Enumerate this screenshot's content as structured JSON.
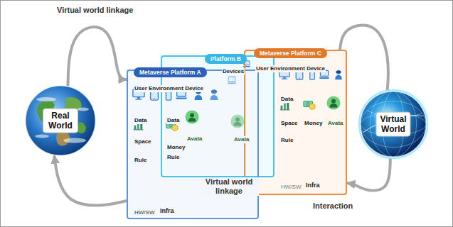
{
  "diagram": {
    "nodes": [
      {
        "text": [
          "Real World"
        ]
      },
      {
        "text": [
          "Metaverse Platform A",
          "User Environment Device",
          "Data",
          "Space",
          "Rule",
          "Data",
          "Money",
          "Rule",
          "Avata",
          "HW/SW",
          "Infra"
        ]
      },
      {
        "text": [
          "Platform B",
          "Devices",
          "Avata"
        ]
      },
      {
        "text": [
          "Metaverse Platform C",
          "User Environment Device",
          "Data",
          "Space",
          "Rule",
          "Money",
          "Avata",
          "HW/SW",
          "Infra"
        ]
      },
      {
        "text": [
          "Virtual World"
        ]
      }
    ],
    "edges": [
      {
        "from": 0,
        "to": 1,
        "arrow": "to",
        "label": "Virtual world linkage"
      },
      {
        "from": 1,
        "to": 0,
        "arrow": "to",
        "label": "Virtual world linkage"
      },
      {
        "from": 3,
        "to": 4,
        "arrow": "none"
      },
      {
        "from": 4,
        "to": 3,
        "arrow": "to",
        "label": "Interaction"
      }
    ]
  }
}
